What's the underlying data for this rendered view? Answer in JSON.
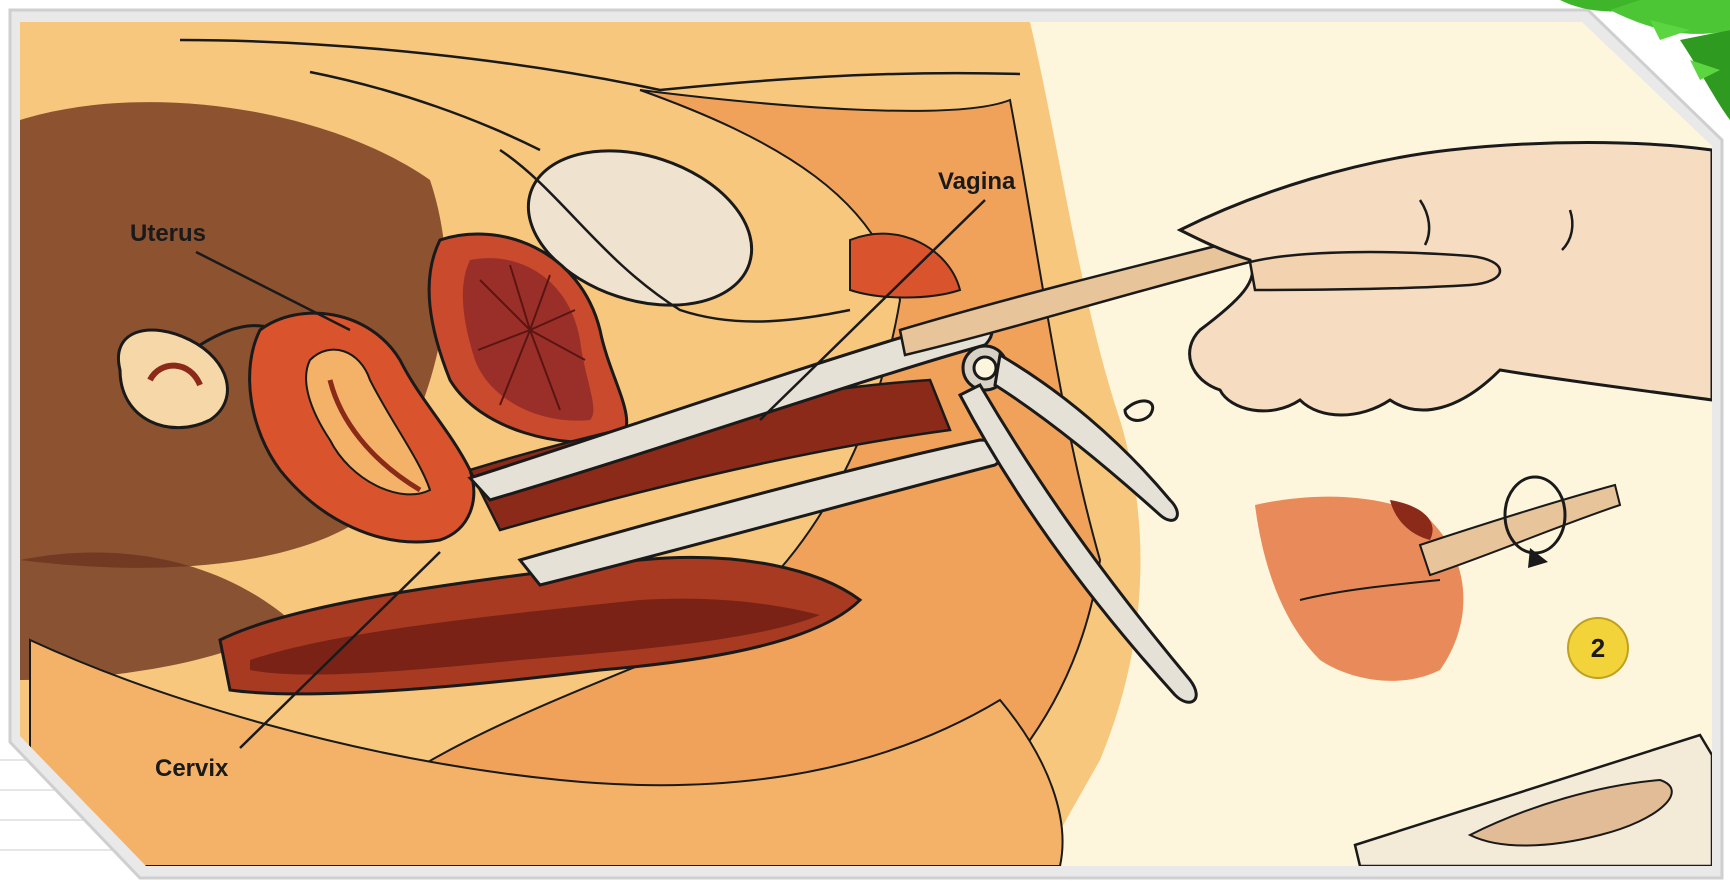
{
  "labels": {
    "uterus": "Uterus",
    "vagina": "Vagina",
    "cervix": "Cervix"
  },
  "step_badge": "2",
  "colors": {
    "background": "#fdf6dc",
    "outline": "#1a1a1a",
    "flesh_light": "#f7c77e",
    "flesh_orange": "#f0a25a",
    "organ_red": "#d9532c",
    "organ_dark": "#8c2a1a",
    "bladder": "#efe3cf",
    "speculum": "#e6e1d6",
    "hand": "#f6dcc0",
    "badge": "#f2d33a",
    "foliage": "#3fb52a"
  }
}
